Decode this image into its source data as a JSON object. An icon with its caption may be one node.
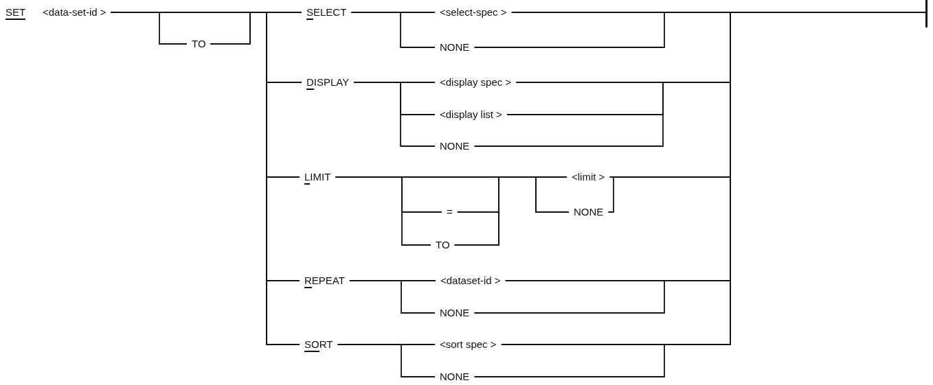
{
  "diagram": {
    "nodes": [
      {
        "text": [
          "SET"
        ]
      },
      {
        "text": [
          "<data-set-id >"
        ]
      },
      {
        "text": [
          "TO"
        ]
      },
      {
        "text": [
          "SELECT"
        ]
      },
      {
        "text": [
          "<select-spec >"
        ]
      },
      {
        "text": [
          "NONE"
        ]
      },
      {
        "text": [
          "DISPLAY"
        ]
      },
      {
        "text": [
          "<display spec >"
        ]
      },
      {
        "text": [
          "<display list >"
        ]
      },
      {
        "text": [
          "NONE"
        ]
      },
      {
        "text": [
          "LIMIT"
        ]
      },
      {
        "text": [
          "="
        ]
      },
      {
        "text": [
          "TO"
        ]
      },
      {
        "text": [
          "<limit >"
        ]
      },
      {
        "text": [
          "NONE"
        ]
      },
      {
        "text": [
          "REPEAT"
        ]
      },
      {
        "text": [
          "<dataset-id >"
        ]
      },
      {
        "text": [
          "NONE"
        ]
      },
      {
        "text": [
          "SORT"
        ]
      },
      {
        "text": [
          "<sort spec >"
        ]
      },
      {
        "text": [
          "NONE"
        ]
      },
      {
        "text": [],
        "shape": "bar"
      }
    ],
    "edges": [
      {
        "from": 1,
        "to": 2,
        "arrow": "none"
      },
      {
        "from": 1,
        "to": 3,
        "arrow": "none"
      },
      {
        "from": 1,
        "to": 6,
        "arrow": "none"
      },
      {
        "from": 1,
        "to": 10,
        "arrow": "none"
      },
      {
        "from": 1,
        "to": 15,
        "arrow": "none"
      },
      {
        "from": 1,
        "to": 18,
        "arrow": "none"
      },
      {
        "from": 2,
        "to": 3,
        "arrow": "none"
      },
      {
        "from": 2,
        "to": 6,
        "arrow": "none"
      },
      {
        "from": 2,
        "to": 10,
        "arrow": "none"
      },
      {
        "from": 2,
        "to": 15,
        "arrow": "none"
      },
      {
        "from": 2,
        "to": 18,
        "arrow": "none"
      },
      {
        "from": 3,
        "to": 4,
        "arrow": "none"
      },
      {
        "from": 3,
        "to": 5,
        "arrow": "none"
      },
      {
        "from": 4,
        "to": 21,
        "arrow": "none"
      },
      {
        "from": 5,
        "to": 21,
        "arrow": "none"
      },
      {
        "from": 6,
        "to": 7,
        "arrow": "none"
      },
      {
        "from": 6,
        "to": 8,
        "arrow": "none"
      },
      {
        "from": 6,
        "to": 9,
        "arrow": "none"
      },
      {
        "from": 7,
        "to": 21,
        "arrow": "none"
      },
      {
        "from": 8,
        "to": 21,
        "arrow": "none"
      },
      {
        "from": 9,
        "to": 21,
        "arrow": "none"
      },
      {
        "from": 10,
        "to": 11,
        "arrow": "none"
      },
      {
        "from": 10,
        "to": 12,
        "arrow": "none"
      },
      {
        "from": 10,
        "to": 13,
        "arrow": "none"
      },
      {
        "from": 10,
        "to": 14,
        "arrow": "none"
      },
      {
        "from": 11,
        "to": 13,
        "arrow": "none"
      },
      {
        "from": 11,
        "to": 14,
        "arrow": "none"
      },
      {
        "from": 12,
        "to": 13,
        "arrow": "none"
      },
      {
        "from": 12,
        "to": 14,
        "arrow": "none"
      },
      {
        "from": 13,
        "to": 21,
        "arrow": "none"
      },
      {
        "from": 14,
        "to": 21,
        "arrow": "none"
      },
      {
        "from": 15,
        "to": 16,
        "arrow": "none"
      },
      {
        "from": 15,
        "to": 17,
        "arrow": "none"
      },
      {
        "from": 16,
        "to": 21,
        "arrow": "none"
      },
      {
        "from": 17,
        "to": 21,
        "arrow": "none"
      },
      {
        "from": 18,
        "to": 19,
        "arrow": "none"
      },
      {
        "from": 18,
        "to": 20,
        "arrow": "none"
      },
      {
        "from": 19,
        "to": 21,
        "arrow": "none"
      },
      {
        "from": 20,
        "to": 21,
        "arrow": "none"
      }
    ]
  }
}
